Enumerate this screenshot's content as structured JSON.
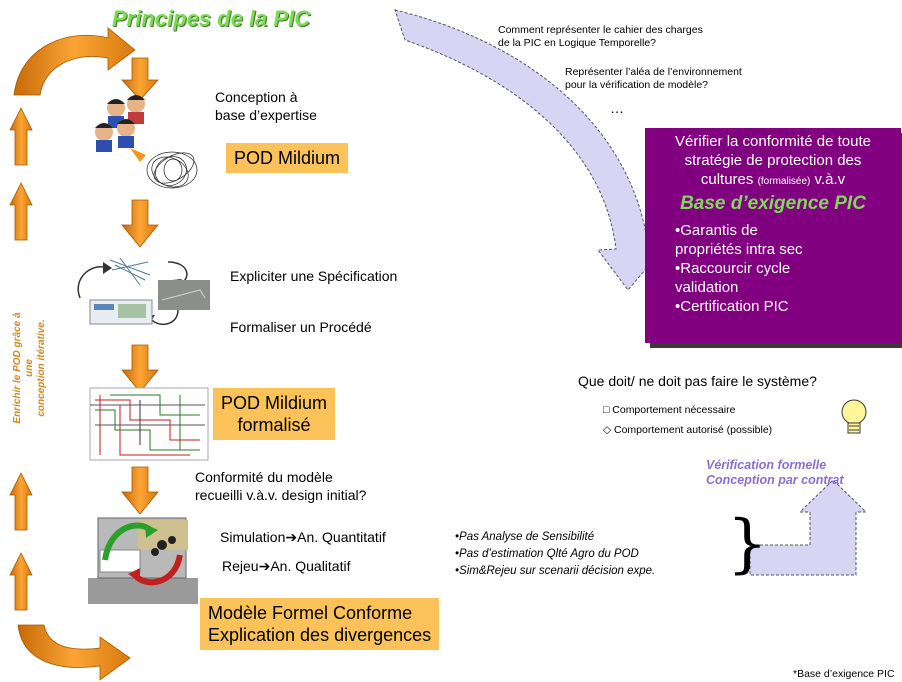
{
  "title": "Principes de la PIC",
  "questions": {
    "q1_line1": "Comment représenter le cahier des charges",
    "q1_line2": "de la PIC en Logique Temporelle?",
    "q2_line1": "Représenter l’aléa de l’environnement",
    "q2_line2": "pour la vérification de modèle?",
    "ellipsis": "…"
  },
  "left_flow": {
    "conception_line1": "Conception à",
    "conception_line2": "base d’expertise",
    "pod_mildium": "POD Mildium",
    "expliciter": "Expliciter une Spécification",
    "formaliser": "Formaliser un Procédé",
    "pod_formalise_line1": "POD Mildium",
    "pod_formalise_line2": "formalisé",
    "conformite_line1": "Conformité du modèle",
    "conformite_line2": "recueilli v.à.v. design initial?",
    "simulation_a": "Simulation",
    "simulation_b": "An. Quantitatif",
    "rejeu_a": "Rejeu",
    "rejeu_b": "An. Qualitatif",
    "conforme_line1": "Modèle Formel Conforme",
    "conforme_line2": "Explication des divergences",
    "arrow_glyph": "➔"
  },
  "side_label_line1": "Enrichir le POD grâce à une",
  "side_label_line2": "conception itérative.",
  "purple_box": {
    "line1": "Vérifier la conformité de toute",
    "line2": "stratégie de protection des",
    "line3a": "cultures",
    "line3b": "(formalisée)",
    "line3c": "v.à.v",
    "highlight": "Base d’exigence PIC",
    "bullets": [
      "•Garantis de",
      "propriétés intra sec",
      "•Raccourcir cycle",
      "validation",
      "•Certification PIC"
    ]
  },
  "system": {
    "question": "Que doit/ ne doit pas faire le système?",
    "necessaire": "Comportement nécessaire",
    "autorise": "Comportement autorisé (possible)",
    "square_glyph": "□",
    "diamond_glyph": "◇"
  },
  "verification": {
    "line1": "Vérification formelle",
    "line2": "Conception par contrat"
  },
  "analysis_bullets": [
    "•Pas Analyse de Sensibilité",
    "•Pas d’estimation Qlté Agro du POD",
    "•Sim&Rejeu sur scenarii décision expe."
  ],
  "brace": "}",
  "footnote": "*Base d’exigence PIC",
  "colors": {
    "orange": "#f7941d",
    "orange_box": "#fbc25a",
    "purple": "#800080",
    "green_title": "#7ed957",
    "lavender_arrow": "#d7d4f4"
  }
}
